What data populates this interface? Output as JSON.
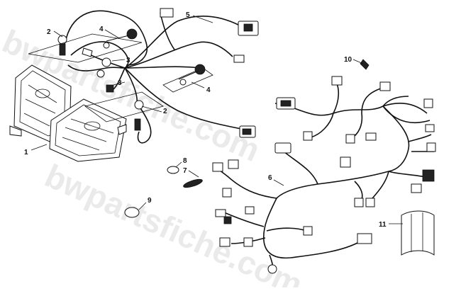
{
  "watermark": "bwpartsfiche.com",
  "callouts": {
    "c1": "1",
    "c2a": "2",
    "c2b": "2",
    "c3a": "3",
    "c3b": "3",
    "c4a": "4",
    "c4b": "4",
    "c5": "5",
    "c6": "6",
    "c7": "7",
    "c8": "8",
    "c9": "9",
    "c10": "10",
    "c11": "11"
  }
}
